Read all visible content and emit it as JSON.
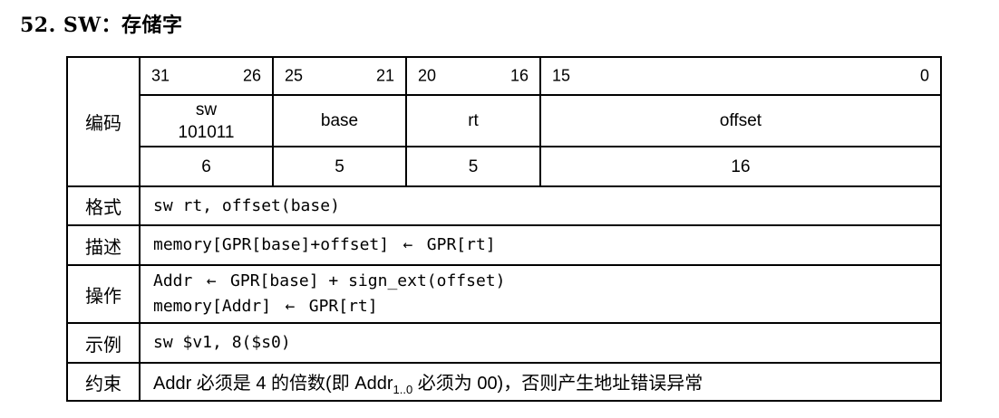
{
  "title": "52. SW：存储字",
  "labels": {
    "encoding": "编码",
    "format": "格式",
    "description": "描述",
    "operation": "操作",
    "example": "示例",
    "constraint": "约束"
  },
  "bit_positions": {
    "b31": "31",
    "b26": "26",
    "b25": "25",
    "b21": "21",
    "b20": "20",
    "b16": "16",
    "b15": "15",
    "b0": "0"
  },
  "fields": {
    "opcode_name": "sw",
    "opcode_value": "101011",
    "base": "base",
    "rt": "rt",
    "offset": "offset"
  },
  "widths": {
    "opcode": "6",
    "base": "5",
    "rt": "5",
    "offset": "16"
  },
  "format": "sw rt, offset(base)",
  "description": {
    "lhs": "memory[GPR[base]+offset]",
    "arrow": "←",
    "rhs": "GPR[rt]"
  },
  "operation": {
    "line1_lhs": "Addr",
    "line1_arrow": "←",
    "line1_rhs": "GPR[base] + sign_ext(offset)",
    "line2_lhs": "memory[Addr]",
    "line2_arrow": "←",
    "line2_rhs": "GPR[rt]"
  },
  "example": "sw $v1, 8($s0)",
  "constraint": {
    "part1": "Addr 必须是 4 的倍数(即 Addr",
    "subscript": "1..0",
    "part2": " 必须为 00)，否则产生地址错误异常"
  }
}
